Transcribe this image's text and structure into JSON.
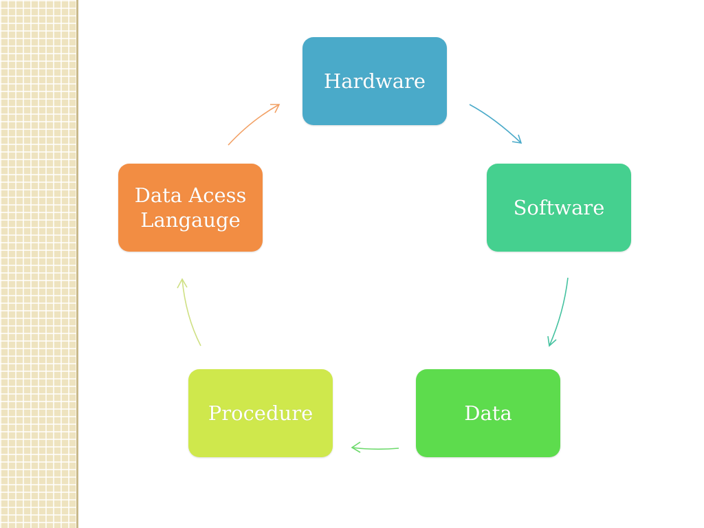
{
  "diagram": {
    "nodes": [
      {
        "id": "hardware",
        "label": "Hardware",
        "color": "#4aaac9"
      },
      {
        "id": "software",
        "label": "Software",
        "color": "#45d08f"
      },
      {
        "id": "data",
        "label": "Data",
        "color": "#5ddc4d"
      },
      {
        "id": "procedure",
        "label": "Procedure",
        "color": "#cfe84c"
      },
      {
        "id": "dal",
        "label": "Data Acess\nLangauge",
        "color": "#f28d43"
      }
    ],
    "edges": [
      {
        "from": "hardware",
        "to": "software",
        "color": "#4aaac9"
      },
      {
        "from": "software",
        "to": "data",
        "color": "#45c2a0"
      },
      {
        "from": "data",
        "to": "procedure",
        "color": "#6bd96a"
      },
      {
        "from": "procedure",
        "to": "dal",
        "color": "#cfe084"
      },
      {
        "from": "dal",
        "to": "hardware",
        "color": "#f2a064"
      }
    ],
    "side_pattern_color": "#eee3bf"
  }
}
